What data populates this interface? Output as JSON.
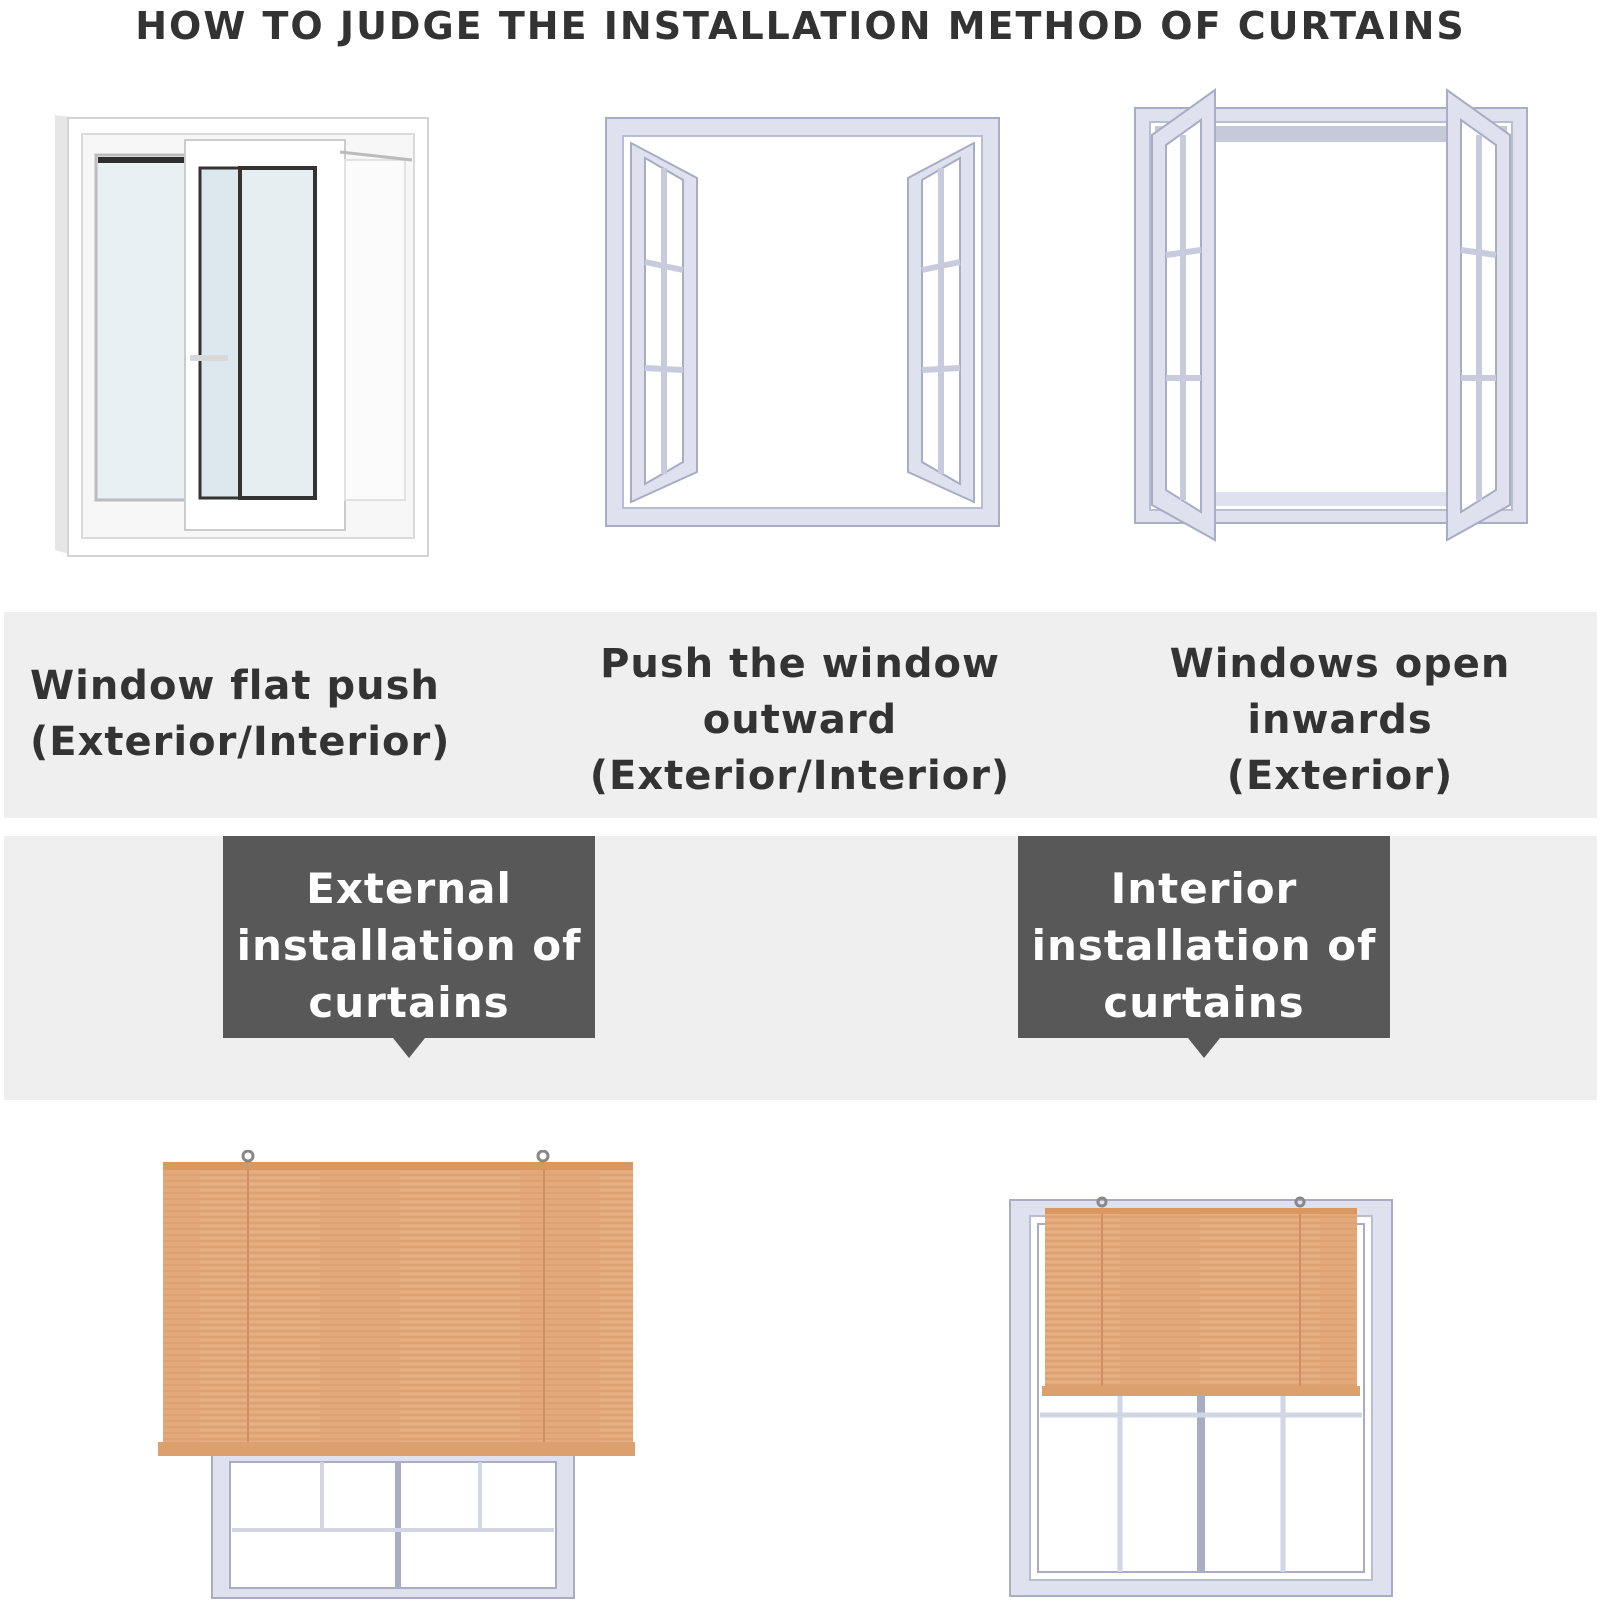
{
  "title": "HOW TO JUDGE THE INSTALLATION METHOD OF CURTAINS",
  "window_types": [
    {
      "icon": "sliding-window-icon",
      "lines": [
        "Window flat push",
        "(Exterior/Interior)"
      ]
    },
    {
      "icon": "outward-casement-window-icon",
      "lines": [
        "Push the window",
        "outward",
        "(Exterior/Interior)"
      ]
    },
    {
      "icon": "inward-casement-window-icon",
      "lines": [
        "Windows open",
        "inwards",
        "(Exterior)"
      ]
    }
  ],
  "installations": [
    {
      "icon": "external-roller-blind-icon",
      "lines": [
        "External",
        "installation of",
        "curtains"
      ]
    },
    {
      "icon": "interior-roller-blind-icon",
      "lines": [
        "Interior",
        "installation of",
        "curtains"
      ]
    }
  ],
  "colors": {
    "band": "#efefef",
    "badge": "#585858",
    "text": "#333333",
    "frame": "#dfe1ee",
    "frame_edge": "#a9adc4",
    "blind": "#e2a87a"
  }
}
